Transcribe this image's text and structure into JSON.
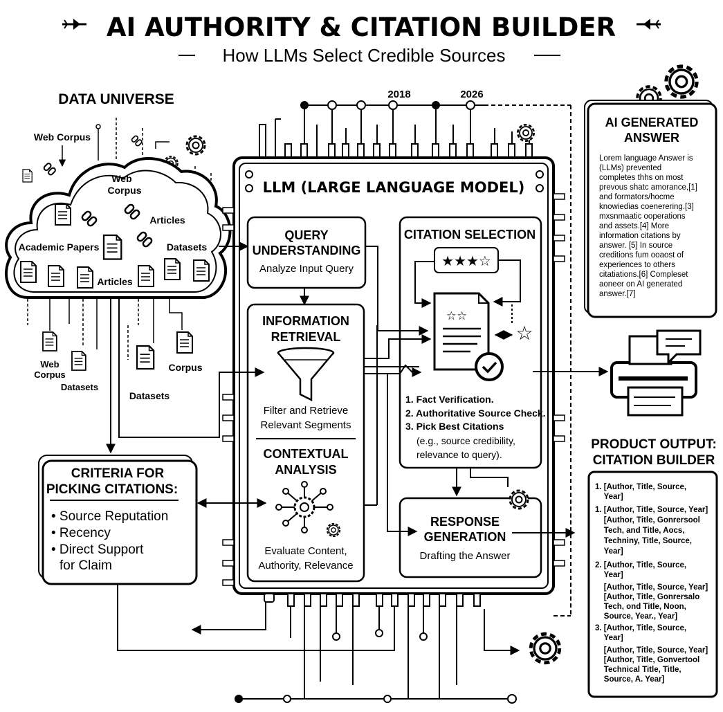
{
  "header": {
    "title": "AI AUTHORITY & CITATION BUILDER",
    "subtitle": "How LLMs Select Credible Sources"
  },
  "timeline": {
    "start": "2018",
    "end": "2026"
  },
  "data_universe": {
    "title": "DATA UNIVERSE",
    "labels": {
      "web_corpus_top": "Web Corpus",
      "cloud_web_corpus_1": "Web",
      "cloud_web_corpus_2": "Corpus",
      "cloud_articles_1": "Articles",
      "academic_papers": "Academic Papers",
      "cloud_datasets": "Datasets",
      "cloud_articles_2": "Articles",
      "web_corpus_low_1": "Web",
      "web_corpus_low_2": "Corpus",
      "datasets_low_1": "Datasets",
      "corpus_low": "Corpus",
      "datasets_low_2": "Datasets"
    }
  },
  "llm": {
    "title": "LLM (LARGE LANGUAGE MODEL)",
    "query": {
      "line1": "QUERY",
      "line2": "UNDERSTANDING",
      "sub": "Analyze Input Query"
    },
    "retrieval": {
      "line1": "INFORMATION",
      "line2": "RETRIEVAL",
      "sub1": "Filter and Retrieve",
      "sub2": "Relevant Segments"
    },
    "contextual": {
      "line1": "CONTEXTUAL",
      "line2": "ANALYSIS",
      "sub1": "Evaluate Content,",
      "sub2": "Authority, Relevance"
    },
    "citation": {
      "title": "CITATION SELECTION",
      "steps": [
        "1. Fact Verification.",
        "2. Authoritative Source Check.",
        "3. Pick Best Citations"
      ],
      "note1": "(e.g., source credibility,",
      "note2": "relevance to query)."
    },
    "response": {
      "line1": "RESPONSE",
      "line2": "GENERATION",
      "sub": "Drafting the Answer"
    }
  },
  "criteria": {
    "title1": "CRITERIA FOR",
    "title2": "PICKING CITATIONS:",
    "items": [
      "• Source Reputation",
      "• Recency",
      "• Direct Support",
      "for Claim"
    ]
  },
  "ai_answer": {
    "title1": "AI GENERATED",
    "title2": "ANSWER",
    "lines": [
      "Lorem language Answer is",
      "(LLMs) prevented",
      "completes thhs on most",
      "prevous shatc amorance,[1]",
      "and formators/hocme",
      "knowiedias coenerering.[3]",
      "mxsnmaatic ooperations",
      "and assets.[4] More",
      "information citations by",
      "answer. [5] In source",
      "creditions fum ooaost of",
      "experiences to others",
      "citatiations.[6] Compleset",
      "aoneer on AI generated",
      "answer.[7]"
    ]
  },
  "product_output": {
    "title1": "PRODUCT OUTPUT:",
    "title2": "CITATION BUILDER",
    "lines": [
      "1. [Author, Title, Source,",
      "    Year]",
      "1. [Author, Title, Source, Year]",
      "    [Author, Title, Gonrersool",
      "    Tech, and Title, Aocs,",
      "    Techniny, Title, Source,",
      "    Year]",
      "2. [Author, Title, Source,",
      "    Year]",
      "    [Author, Title, Source, Year]",
      "    [Author, Title, Gonrersalo",
      "    Tech, ond Title, Noon,",
      "    Source, Year., Year]",
      "3. [Author, Title, Source,",
      "    Year]",
      "    [Author, Title, Source, Year]",
      "    [Author, Title, Gonvertool",
      "    Technical Title, Title,",
      "    Source, A. Year]"
    ]
  }
}
